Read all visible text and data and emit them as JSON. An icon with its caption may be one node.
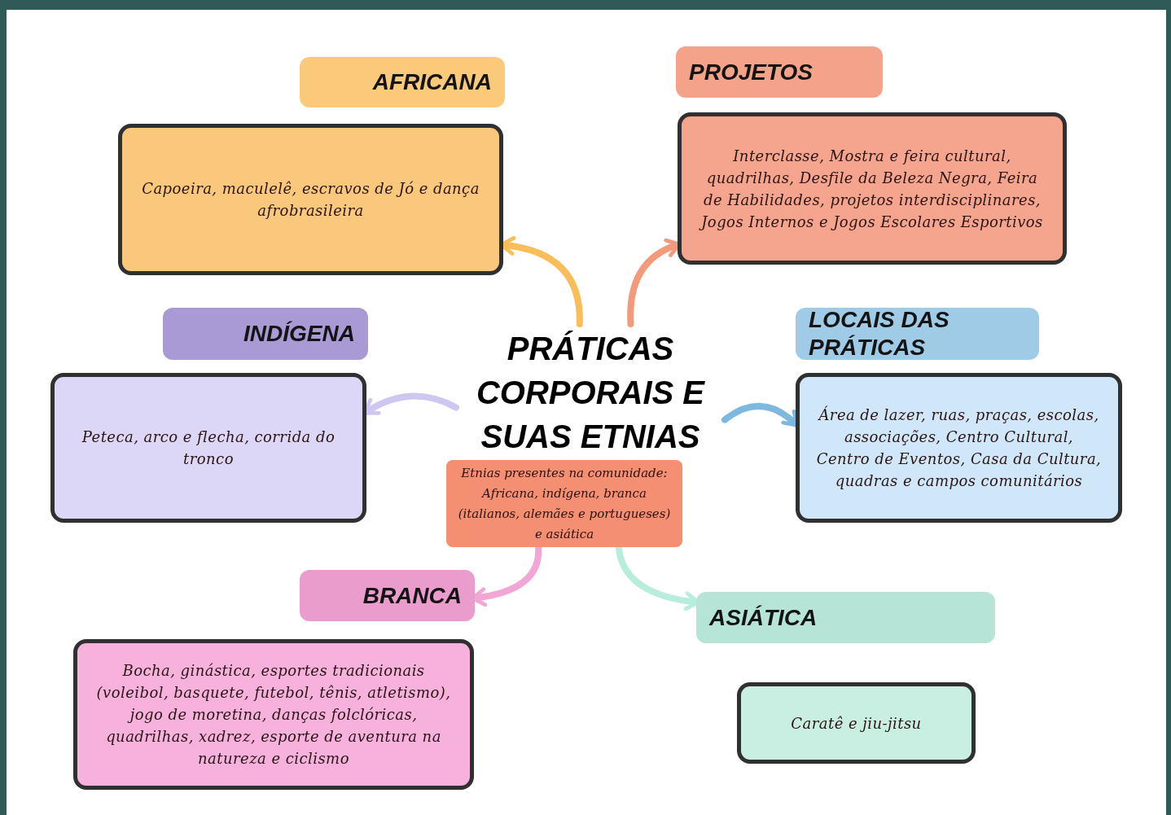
{
  "diagram": {
    "nodes": [
      {
        "text": [
          "PRÁTICAS CORPORAIS E SUAS ETNIAS"
        ]
      },
      {
        "text": [
          "Etnias presentes na comunidade: Africana, indígena, branca (italianos, alemães e portugueses) e asiática"
        ]
      },
      {
        "text": [
          "AFRICANA"
        ]
      },
      {
        "text": [
          "Capoeira, maculelê, escravos de Jó e dança afrobrasileira"
        ]
      },
      {
        "text": [
          "PROJETOS"
        ]
      },
      {
        "text": [
          "Interclasse, Mostra e feira cultural, quadrilhas, Desfile da Beleza Negra, Feira de Habilidades, projetos interdisciplinares, Jogos Internos e Jogos Escolares Esportivos"
        ]
      },
      {
        "text": [
          "INDÍGENA"
        ]
      },
      {
        "text": [
          "Peteca, arco e flecha, corrida do tronco"
        ]
      },
      {
        "text": [
          "LOCAIS DAS PRÁTICAS"
        ]
      },
      {
        "text": [
          "Área de lazer, ruas, praças, escolas, associações, Centro Cultural, Centro de Eventos, Casa da Cultura, quadras e campos comunitários"
        ]
      },
      {
        "text": [
          "BRANCA"
        ]
      },
      {
        "text": [
          "Bocha, ginástica, esportes tradicionais (voleibol, basquete, futebol, tênis, atletismo), jogo de moretina, danças folclóricas, quadrilhas, xadrez, esporte de aventura na natureza e ciclismo"
        ]
      },
      {
        "text": [
          "ASIÁTICA"
        ]
      },
      {
        "text": [
          "Caratê e jiu-jitsu"
        ]
      }
    ],
    "edges": [
      {
        "from": 0,
        "to": 3,
        "arrow": "to",
        "color": "#f9bd5a"
      },
      {
        "from": 0,
        "to": 5,
        "arrow": "to",
        "color": "#f39a7a"
      },
      {
        "from": 0,
        "to": 7,
        "arrow": "to",
        "color": "#cfc7f1"
      },
      {
        "from": 0,
        "to": 9,
        "arrow": "to",
        "color": "#7fb8de"
      },
      {
        "from": 1,
        "to": 10,
        "arrow": "to",
        "color": "#f2a6d6"
      },
      {
        "from": 1,
        "to": 12,
        "arrow": "to",
        "color": "#b8ecdc"
      }
    ]
  }
}
